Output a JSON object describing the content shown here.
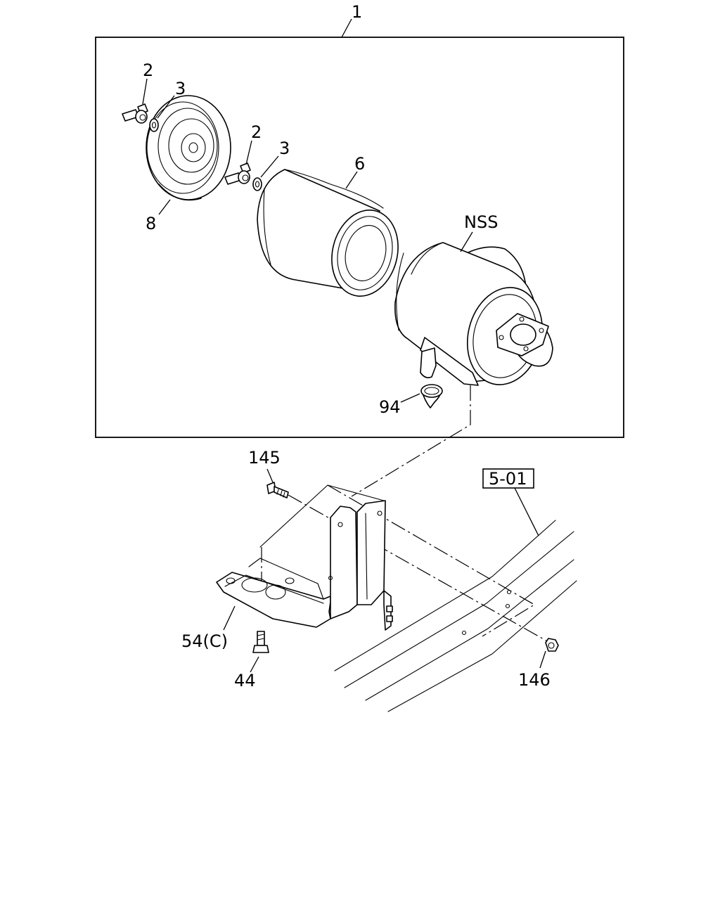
{
  "labels": {
    "assembly": "1",
    "wing_nut_a": "2",
    "washer_a": "3",
    "wing_nut_b": "2",
    "washer_b": "3",
    "element": "6",
    "cover": "8",
    "housing": "NSS",
    "valve": "94",
    "bolt_upper": "145",
    "bracket": "54(C)",
    "bolt_lower": "44",
    "nut": "146",
    "frame_ref": "5-01"
  }
}
